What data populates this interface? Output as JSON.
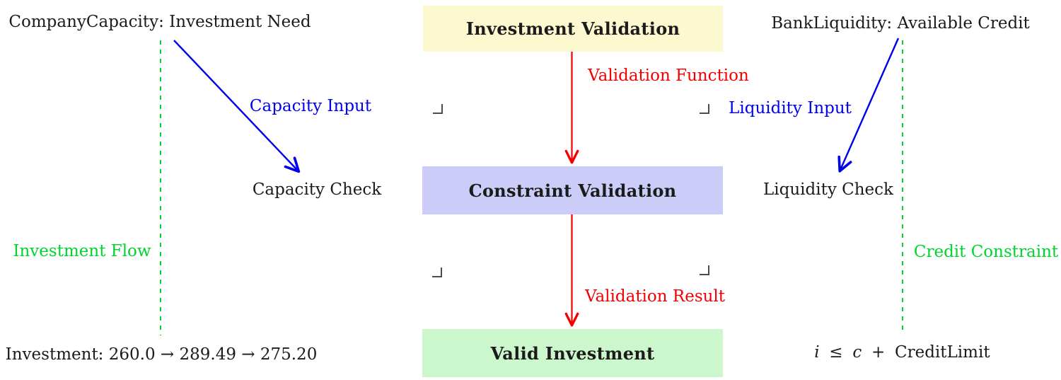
{
  "nodes": {
    "investment_validation": {
      "label": "Investment Validation",
      "fill": "#fcf8d0"
    },
    "constraint_validation": {
      "label": "Constraint Validation",
      "fill": "#ccccf8"
    },
    "valid_investment": {
      "label": "Valid Investment",
      "fill": "#ccf6cc"
    },
    "company_capacity": {
      "label": "CompanyCapacity: Investment Need"
    },
    "bank_liquidity": {
      "label": "BankLiquidity: Available Credit"
    },
    "capacity_check": {
      "label": "Capacity Check"
    },
    "liquidity_check": {
      "label": "Liquidity Check"
    }
  },
  "edges": {
    "capacity_input": {
      "label": "Capacity Input",
      "color": "#0000ee"
    },
    "liquidity_input": {
      "label": "Liquidity Input",
      "color": "#0000ee"
    },
    "validation_function": {
      "label": "Validation Function",
      "color": "#f50000"
    },
    "validation_result": {
      "label": "Validation Result",
      "color": "#f50000"
    },
    "investment_flow": {
      "label": "Investment Flow",
      "color": "#00d42e"
    },
    "credit_constraint": {
      "label": "Credit Constraint",
      "color": "#00d42e"
    }
  },
  "annotations": {
    "investment_sequence": "Investment: 260.0 → 289.49 → 275.20",
    "credit_formula": {
      "var_i": "i",
      "leq": "≤",
      "var_c": "c",
      "plus": "+",
      "credit_limit": "CreditLimit"
    }
  },
  "icons": {
    "corner_mark": "⌟"
  },
  "colors": {
    "background": "#ffffff",
    "text": "#1b1b1b",
    "corner_mark": "#4c4c4c",
    "box_yellow": "#fcf8d0",
    "box_purple": "#ccccf8",
    "box_green": "#ccf6cc",
    "edge_blue": "#0000ee",
    "edge_red": "#f50000",
    "edge_green": "#00d42e"
  }
}
